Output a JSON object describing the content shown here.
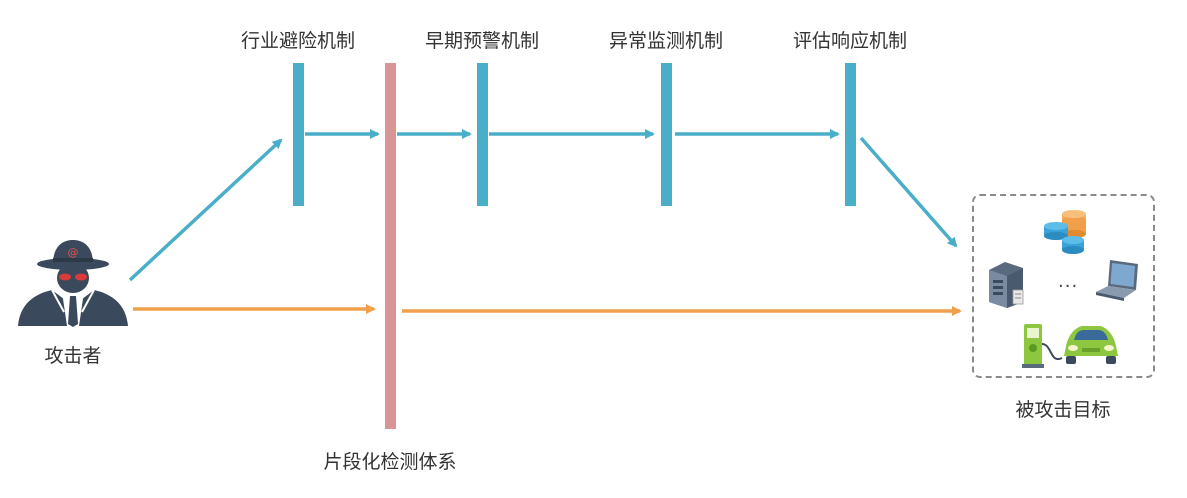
{
  "mechanisms": [
    {
      "label": "行业避险机制"
    },
    {
      "label": "早期预警机制"
    },
    {
      "label": "异常监测机制"
    },
    {
      "label": "评估响应机制"
    }
  ],
  "detection_system": {
    "label": "片段化检测体系"
  },
  "attacker": {
    "label": "攻击者",
    "icon": "hacker-icon"
  },
  "target": {
    "label": "被攻击目标",
    "ellipsis": "···",
    "icons": [
      "database-icon",
      "server-icon",
      "laptop-icon",
      "charging-station-icon",
      "car-icon"
    ]
  },
  "colors": {
    "mechanism_bar": "#4aaec8",
    "detection_bar": "#d99495",
    "blue_arrow": "#4aaec8",
    "orange_arrow": "#f0a04b",
    "hacker": "#3a4a5c",
    "target_border": "#8a8a8a"
  }
}
